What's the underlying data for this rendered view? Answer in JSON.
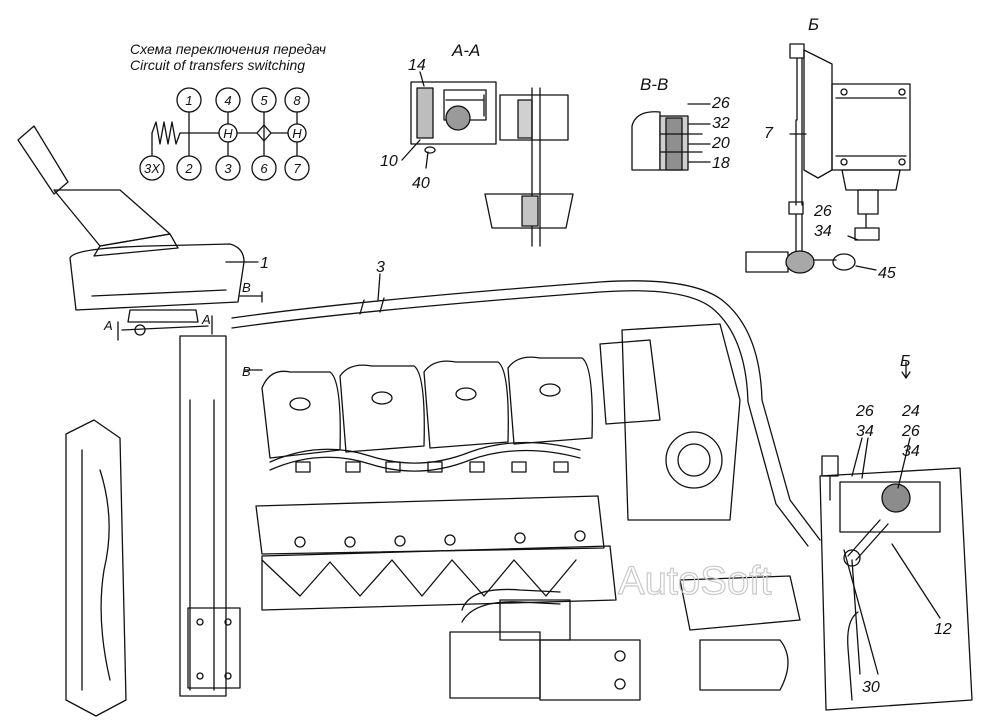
{
  "schema": {
    "title_ru": "Схема переключения передач",
    "title_en": "Circuit of transfers switching",
    "gear_top": [
      "1",
      "4",
      "5",
      "8"
    ],
    "gear_bottom": [
      "3Х",
      "2",
      "3",
      "6",
      "7"
    ],
    "neutral": [
      "Н",
      "Н"
    ]
  },
  "sections": {
    "aa": "А-А",
    "bb": "В-В",
    "b_view": "Б",
    "b_arrow": "Б",
    "a_marker_1": "А",
    "a_marker_2": "А",
    "b_marker_1": "В",
    "b_marker_2": "В"
  },
  "callouts": {
    "aa_14": "14",
    "aa_10": "10",
    "aa_40": "40",
    "bb_26": "26",
    "bb_32": "32",
    "bb_20": "20",
    "bb_18": "18",
    "b_7": "7",
    "b_26": "26",
    "b_34": "34",
    "b_45": "45",
    "main_1": "1",
    "main_3": "3",
    "r_26a": "26",
    "r_34a": "34",
    "r_24": "24",
    "r_26b": "26",
    "r_34b": "34",
    "r_12": "12",
    "r_30": "30"
  },
  "watermark": "AutoSoft"
}
